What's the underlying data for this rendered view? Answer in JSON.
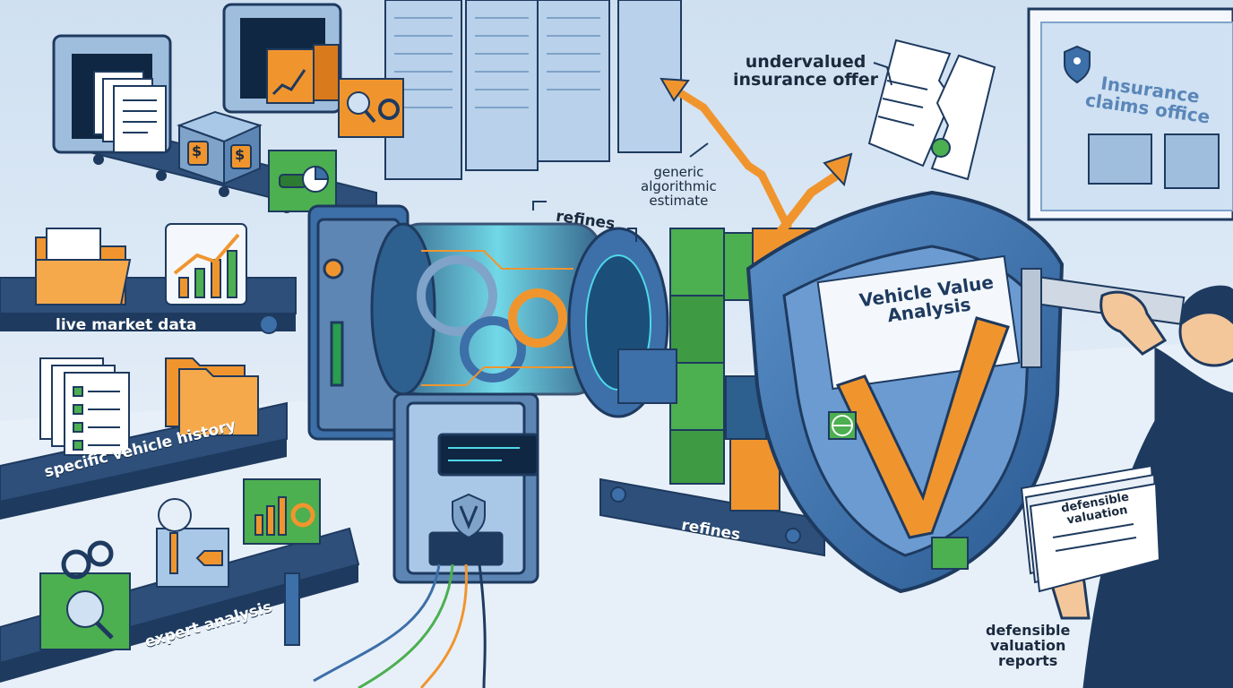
{
  "labels": {
    "live_market_data": "live market data",
    "specific_vehicle_history": "specific vehicle history",
    "expert_analysis": "expert analysis",
    "refines_top": "refines",
    "refines_bottom": "refines",
    "generic_estimate_l1": "generic",
    "generic_estimate_l2": "algorithmic",
    "generic_estimate_l3": "estimate",
    "undervalued_l1": "undervalued",
    "undervalued_l2": "insurance offer",
    "office_l1": "Insurance",
    "office_l2": "claims office",
    "shield_l1": "Vehicle Value",
    "shield_l2": "Analysis",
    "report_l1": "defensible",
    "report_l2": "valuation",
    "reports_l1": "defensible",
    "reports_l2": "valuation",
    "reports_l3": "reports"
  },
  "icons": {
    "dollar_tag": "$"
  },
  "colors": {
    "navy": "#1e3a5f",
    "blue": "#3d6fa8",
    "light_blue": "#a9c8e8",
    "orange": "#f0952e",
    "green": "#4caf50",
    "cyan": "#4fd8e8",
    "background": "#dfeaf6"
  }
}
